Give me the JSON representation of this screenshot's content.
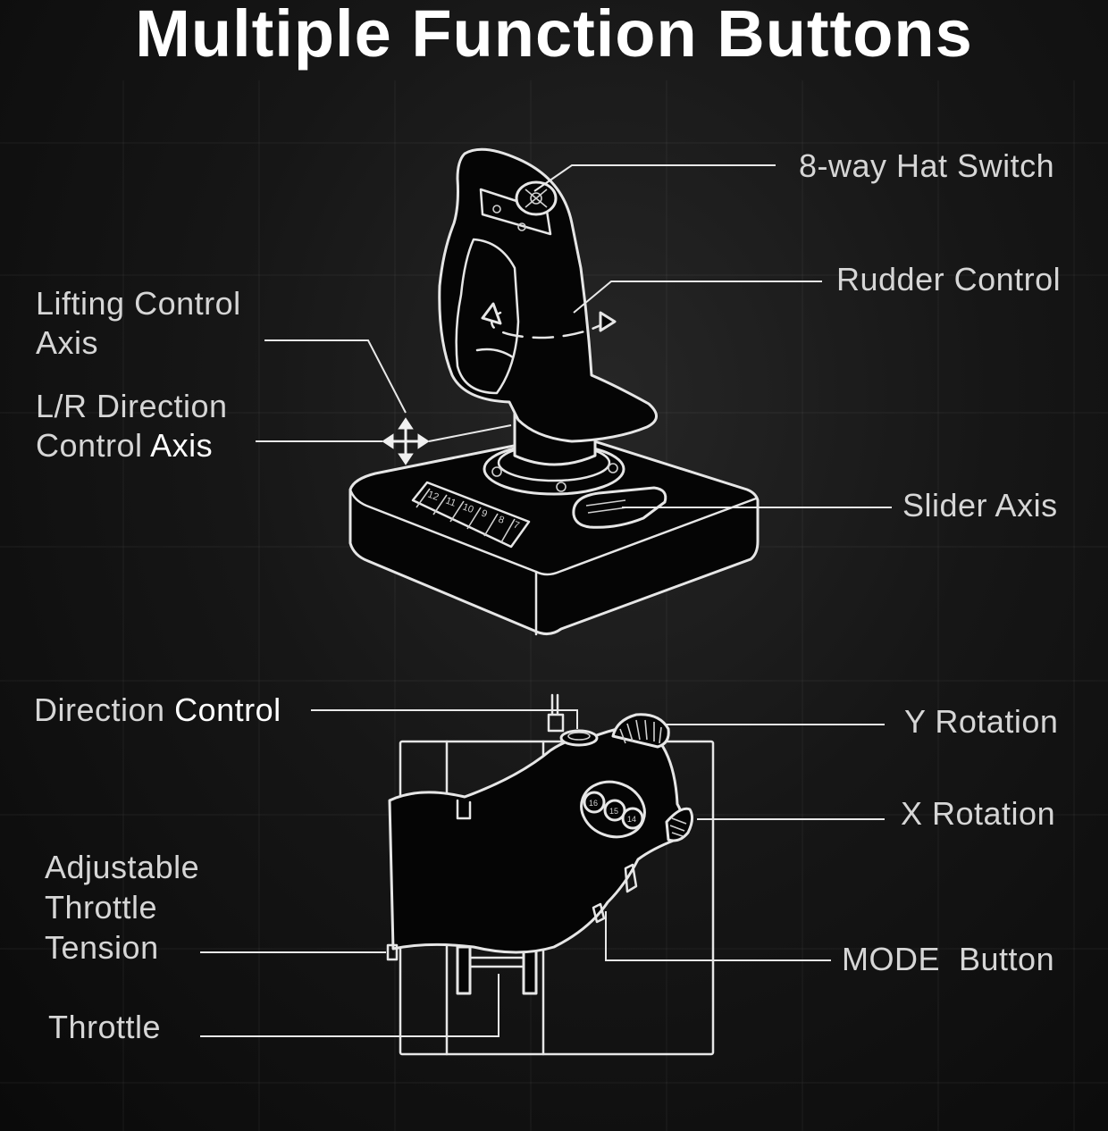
{
  "title": "Multiple Function Buttons",
  "labels": {
    "hat_switch": "8-way Hat Switch",
    "rudder_control": "Rudder Control",
    "lifting_line1": "Lifting Control",
    "lifting_line2": "Axis",
    "lr_line1": "L/R Direction",
    "lr_line2a": "Control ",
    "lr_line2b": "Axis",
    "slider_axis": "Slider Axis",
    "direction_control_a": "Direction ",
    "direction_control_b": "Control",
    "y_rotation": "Y Rotation",
    "x_rotation": "X Rotation",
    "throttle_tension_line1": "Adjustable",
    "throttle_tension_line2": "Throttle",
    "throttle_tension_line3": "Tension",
    "mode_button": "MODE  Button",
    "throttle": "Throttle"
  },
  "base_buttons": [
    "12",
    "11",
    "10",
    "9",
    "8",
    "7"
  ],
  "throttle_buttons": [
    "16",
    "15",
    "14"
  ],
  "colors": {
    "background": "#111111",
    "line_art": "#e6e6e6",
    "label_text": "#d6d6d6",
    "title_text": "#ffffff"
  }
}
